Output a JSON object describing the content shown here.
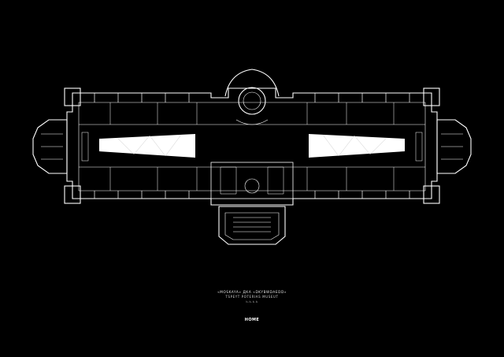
{
  "caption": {
    "title_line": "«MOSKAYA» ДКА «DKYBWDAEDD»",
    "subtitle_line": "TSPEYT POTERIAS MUSEUT",
    "small_line": "Ь.Ь.Ь.Ь"
  },
  "nav": {
    "home_label": "HOME"
  },
  "colors": {
    "background": "#000000",
    "lines": "#ffffff",
    "skylights": "#ffffff"
  }
}
